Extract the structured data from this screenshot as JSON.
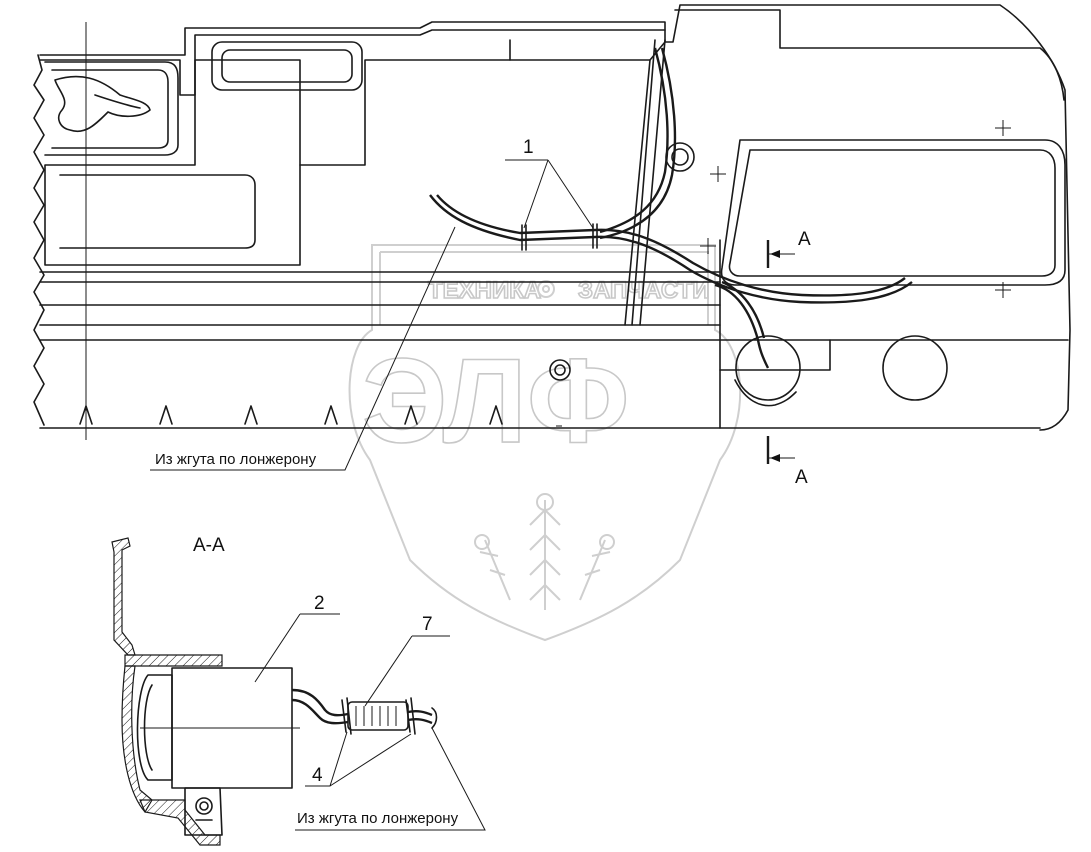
{
  "labels": {
    "callout_1": "1",
    "callout_2": "2",
    "callout_4": "4",
    "callout_7": "7",
    "section_a_top": "A",
    "section_a_bottom": "A",
    "section_view_title": "A-A",
    "harness_note_main": "Из жгута по лонжерону",
    "harness_note_detail": "Из жгута по лонжерону"
  },
  "watermark": {
    "brand_small_left": "ТЕХНИКА",
    "brand_small_right": "ЗАПЧАСТИ",
    "brand_large": "ЭЛФ"
  }
}
